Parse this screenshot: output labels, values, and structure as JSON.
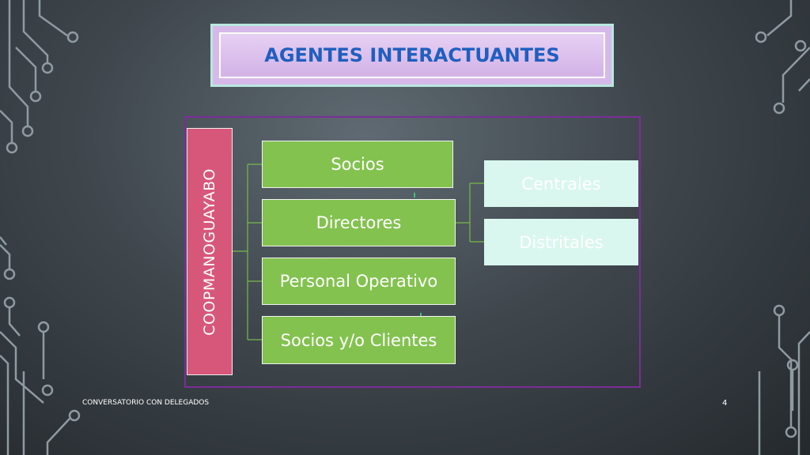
{
  "title": "AGENTES  INTERACTUANTES",
  "root": "COOPMANOGUAYABO",
  "nodes": [
    "Socios",
    "Directores",
    "Personal Operativo",
    "Socios y/o Clientes"
  ],
  "sub_nodes": [
    "Centrales",
    "Distritales"
  ],
  "footer": {
    "left": "CONVERSATORIO CON DELEGADOS",
    "page_number": "4"
  },
  "colors": {
    "title": "#1f5fbf",
    "root": "#d7577a",
    "nodes": "#83c24f",
    "sub_nodes": "#d9f7ee",
    "frame": "#7b2d9a"
  }
}
